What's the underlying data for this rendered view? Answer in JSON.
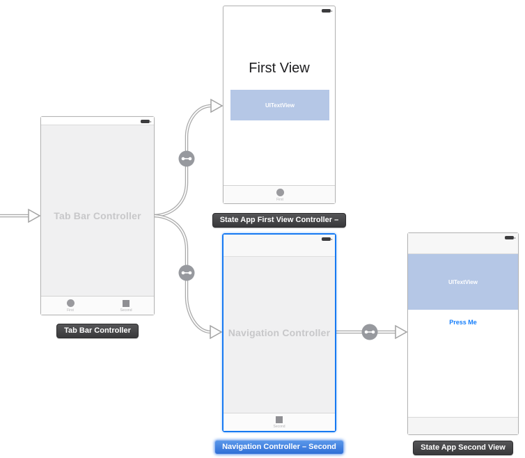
{
  "colors": {
    "selection_blue": "#1679f2",
    "textview_blue": "#b5c7e6",
    "link_blue": "#157efb",
    "connector_gray": "#a9a9a9",
    "tag_dark": "#39393b"
  },
  "controllers": {
    "tab_bar": {
      "watermark": "Tab Bar Controller",
      "label": "Tab Bar Controller",
      "tabs": [
        {
          "label": "First",
          "icon": "circle-icon"
        },
        {
          "label": "Second",
          "icon": "square-icon"
        }
      ]
    },
    "first_view": {
      "title": "First View",
      "textview": "UITextView",
      "tab": {
        "label": "First",
        "icon": "circle-icon"
      },
      "label": "State App First View Controller –"
    },
    "navigation": {
      "watermark": "Navigation Controller",
      "tab": {
        "label": "Second",
        "icon": "square-icon"
      },
      "label": "Navigation Controller – Second"
    },
    "second_view": {
      "textview": "UITextView",
      "button": "Press Me",
      "label": "State App Second View"
    }
  }
}
